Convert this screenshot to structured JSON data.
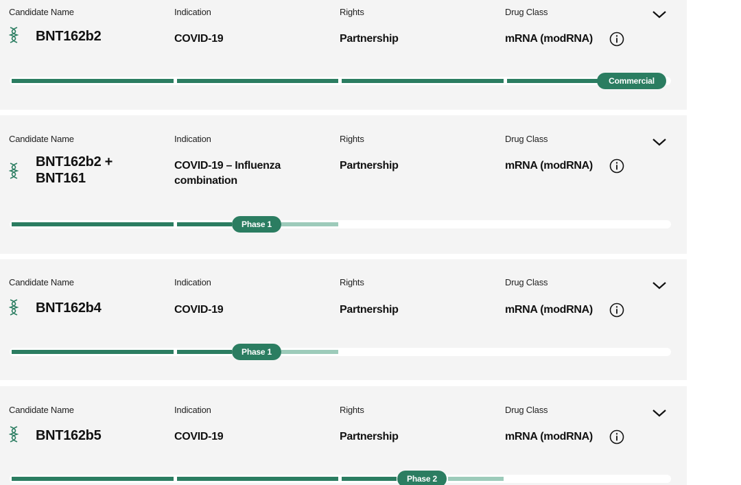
{
  "labels": {
    "candidate_name": "Candidate Name",
    "indication": "Indication",
    "rights": "Rights",
    "drug_class": "Drug Class"
  },
  "colors": {
    "card_bg": "#f4f4f4",
    "progress_dark": "#2b7d61",
    "progress_light": "#9dcbba",
    "track_bg": "#ffffff"
  },
  "icons": {
    "candidate": "dna-icon",
    "expand": "chevron-down-icon",
    "info": "info-icon"
  },
  "candidates": [
    {
      "name_line1": "BNT162b2",
      "name_line2": "",
      "indication_line1": "COVID-19",
      "indication_line2": "",
      "rights": "Partnership",
      "drug_class": "mRNA (modRNA)",
      "stage": "Commercial"
    },
    {
      "name_line1": "BNT162b2 +",
      "name_line2": "BNT161",
      "indication_line1": "COVID-19 – Influenza",
      "indication_line2": "combination",
      "rights": "Partnership",
      "drug_class": "mRNA (modRNA)",
      "stage": "Phase 1"
    },
    {
      "name_line1": "BNT162b4",
      "name_line2": "",
      "indication_line1": "COVID-19",
      "indication_line2": "",
      "rights": "Partnership",
      "drug_class": "mRNA (modRNA)",
      "stage": "Phase 1"
    },
    {
      "name_line1": "BNT162b5",
      "name_line2": "",
      "indication_line1": "COVID-19",
      "indication_line2": "",
      "rights": "Partnership",
      "drug_class": "mRNA (modRNA)",
      "stage": "Phase 2"
    }
  ]
}
